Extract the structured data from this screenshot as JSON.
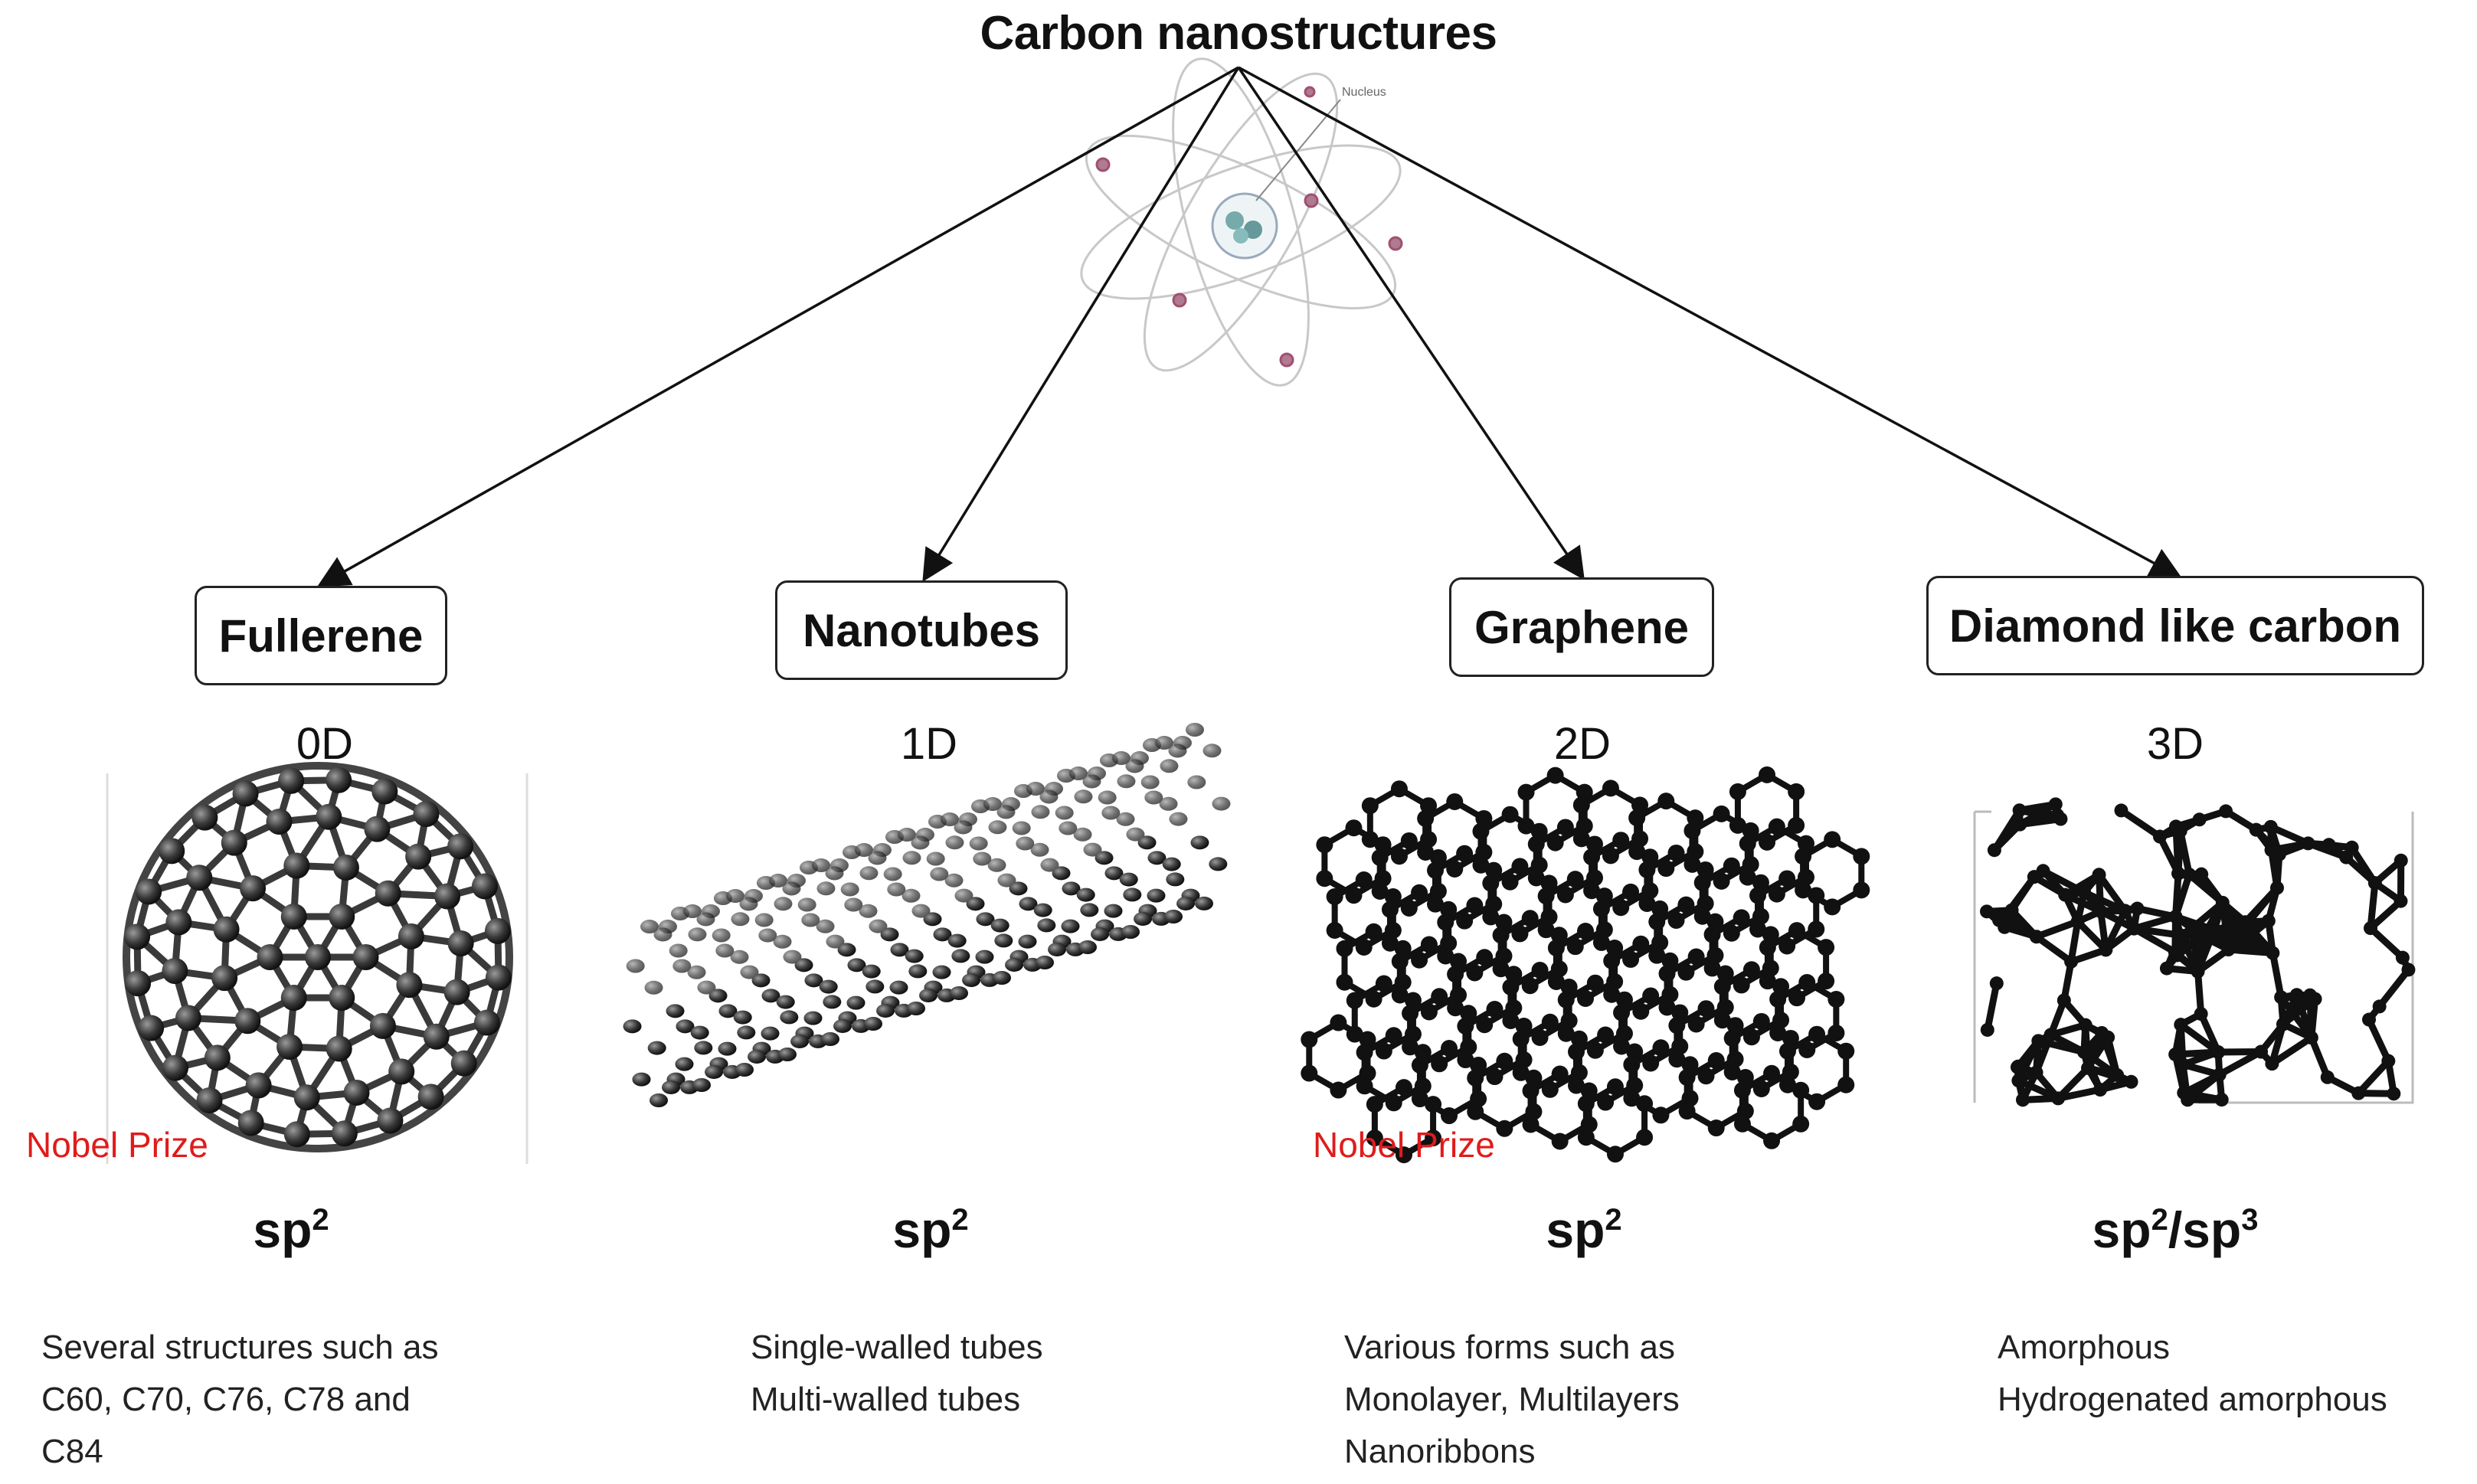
{
  "title": "Carbon nanostructures",
  "nucleus_label": "Nucleus",
  "categories": [
    {
      "name": "Fullerene",
      "dimension": "0D",
      "hybridization": {
        "base": "sp",
        "exp": "2"
      },
      "nobel": "Nobel Prize",
      "description": [
        "Several structures such as",
        "C60, C70, C76, C78 and",
        "C84"
      ]
    },
    {
      "name": "Nanotubes",
      "dimension": "1D",
      "hybridization": {
        "base": "sp",
        "exp": "2"
      },
      "nobel": "",
      "description": [
        "Single-walled tubes",
        "Multi-walled tubes"
      ]
    },
    {
      "name": "Graphene",
      "dimension": "2D",
      "hybridization": {
        "base": "sp",
        "exp": "2"
      },
      "nobel": "Nobel Prize",
      "description": [
        "Various forms such as",
        "Monolayer, Multilayers",
        "Nanoribbons"
      ]
    },
    {
      "name": "Diamond like carbon",
      "dimension": "3D",
      "hybridization": {
        "base": "sp",
        "exp": "2",
        "slash": "/sp",
        "exp2": "3"
      },
      "nobel": "",
      "description": [
        "Amorphous",
        "Hydrogenated amorphous"
      ]
    }
  ],
  "colors": {
    "nobel": "#e01b1b",
    "electron": "#a05070",
    "atom": "#2a2a2a"
  }
}
